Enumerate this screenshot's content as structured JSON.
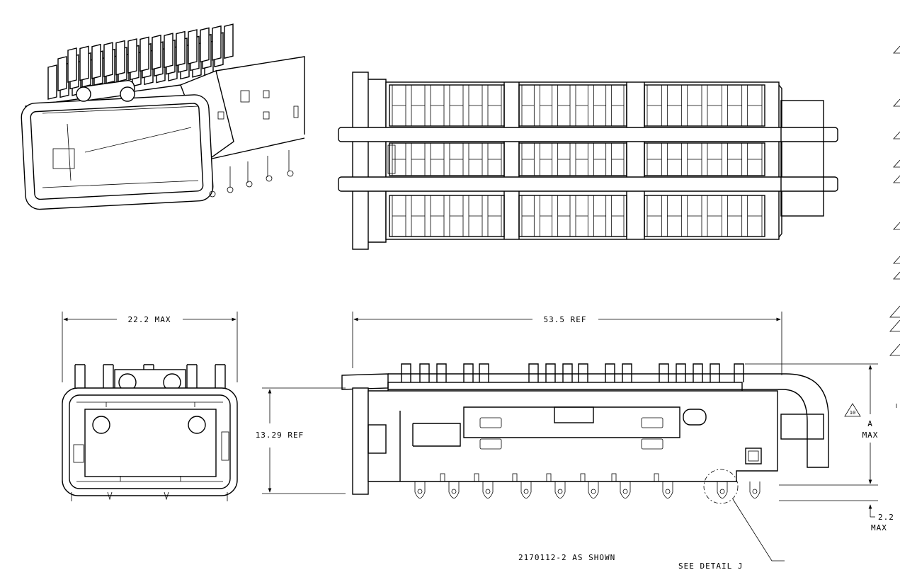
{
  "drawing": {
    "part_caption": "2170112-2 AS SHOWN",
    "detail_callout": "SEE DETAIL J",
    "detail_callout_letter": "J"
  },
  "dimensions": {
    "front_width": "22.2 MAX",
    "front_height": "13.29 REF",
    "side_length": "53.5 REF",
    "side_height_letter": "A",
    "side_height_suffix": "MAX",
    "pin_length_value": "2.2",
    "pin_length_suffix": "MAX"
  },
  "notes": {
    "flag_note": "10"
  }
}
